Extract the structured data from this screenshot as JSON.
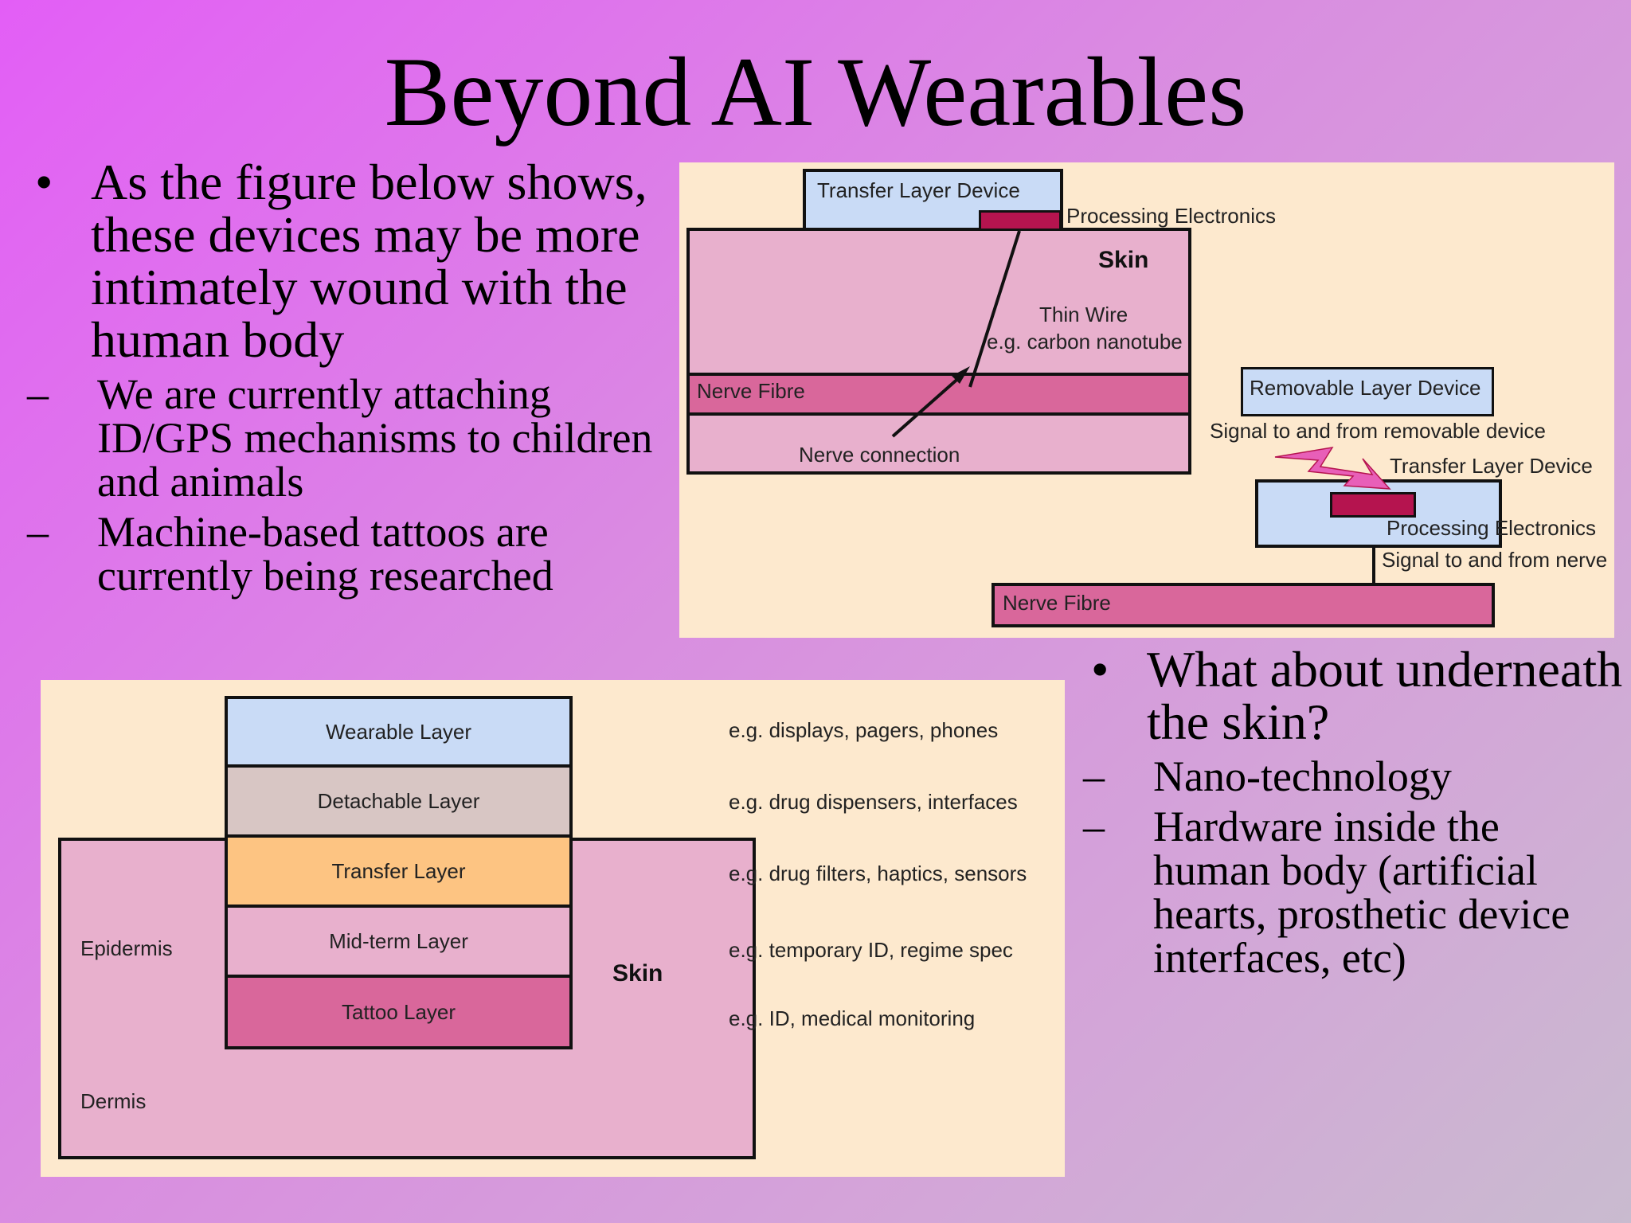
{
  "title": "Beyond AI Wearables",
  "left_bullets": {
    "main": "As the figure below shows, these devices may be more intimately wound with the human body",
    "subs": [
      "We are currently attaching ID/GPS mechanisms to children and animals",
      "Machine-based tattoos are currently being researched"
    ]
  },
  "right_bullets": {
    "main": "What about underneath the skin?",
    "subs": [
      "Nano-technology",
      "Hardware inside the human body (artificial hearts, prosthetic device interfaces, etc)"
    ]
  },
  "figure_top": {
    "transfer_layer_device": "Transfer Layer Device",
    "processing_electronics": "Processing Electronics",
    "skin": "Skin",
    "thin_wire": "Thin Wire",
    "thin_wire_example": "e.g. carbon nanotube",
    "nerve_fibre": "Nerve Fibre",
    "nerve_connection": "Nerve connection",
    "removable_layer_device": "Removable Layer Device",
    "signal_removable": "Signal to and from removable device",
    "transfer_layer_device_2": "Transfer Layer Device",
    "processing_electronics_2": "Processing Electronics",
    "signal_nerve": "Signal to and from nerve",
    "nerve_fibre_2": "Nerve Fibre",
    "colors": {
      "device": "#c9dbf6",
      "skin": "#e8b0cd",
      "nerve": "#d9679b",
      "electronics": "#b5144f"
    }
  },
  "figure_bottom": {
    "layers": [
      {
        "name": "Wearable Layer",
        "example": "e.g. displays, pagers, phones",
        "color": "#c9dbf6"
      },
      {
        "name": "Detachable Layer",
        "example": "e.g. drug dispensers, interfaces",
        "color": "#d8c6c4"
      },
      {
        "name": "Transfer Layer",
        "example": "e.g. drug filters, haptics, sensors",
        "color": "#fdc482"
      },
      {
        "name": "Mid-term Layer",
        "example": "e.g. temporary ID, regime spec",
        "color": "#e8b0cd"
      },
      {
        "name": "Tattoo Layer",
        "example": "e.g. ID, medical monitoring",
        "color": "#d9679b"
      }
    ],
    "epidermis": "Epidermis",
    "dermis": "Dermis",
    "skin": "Skin"
  }
}
